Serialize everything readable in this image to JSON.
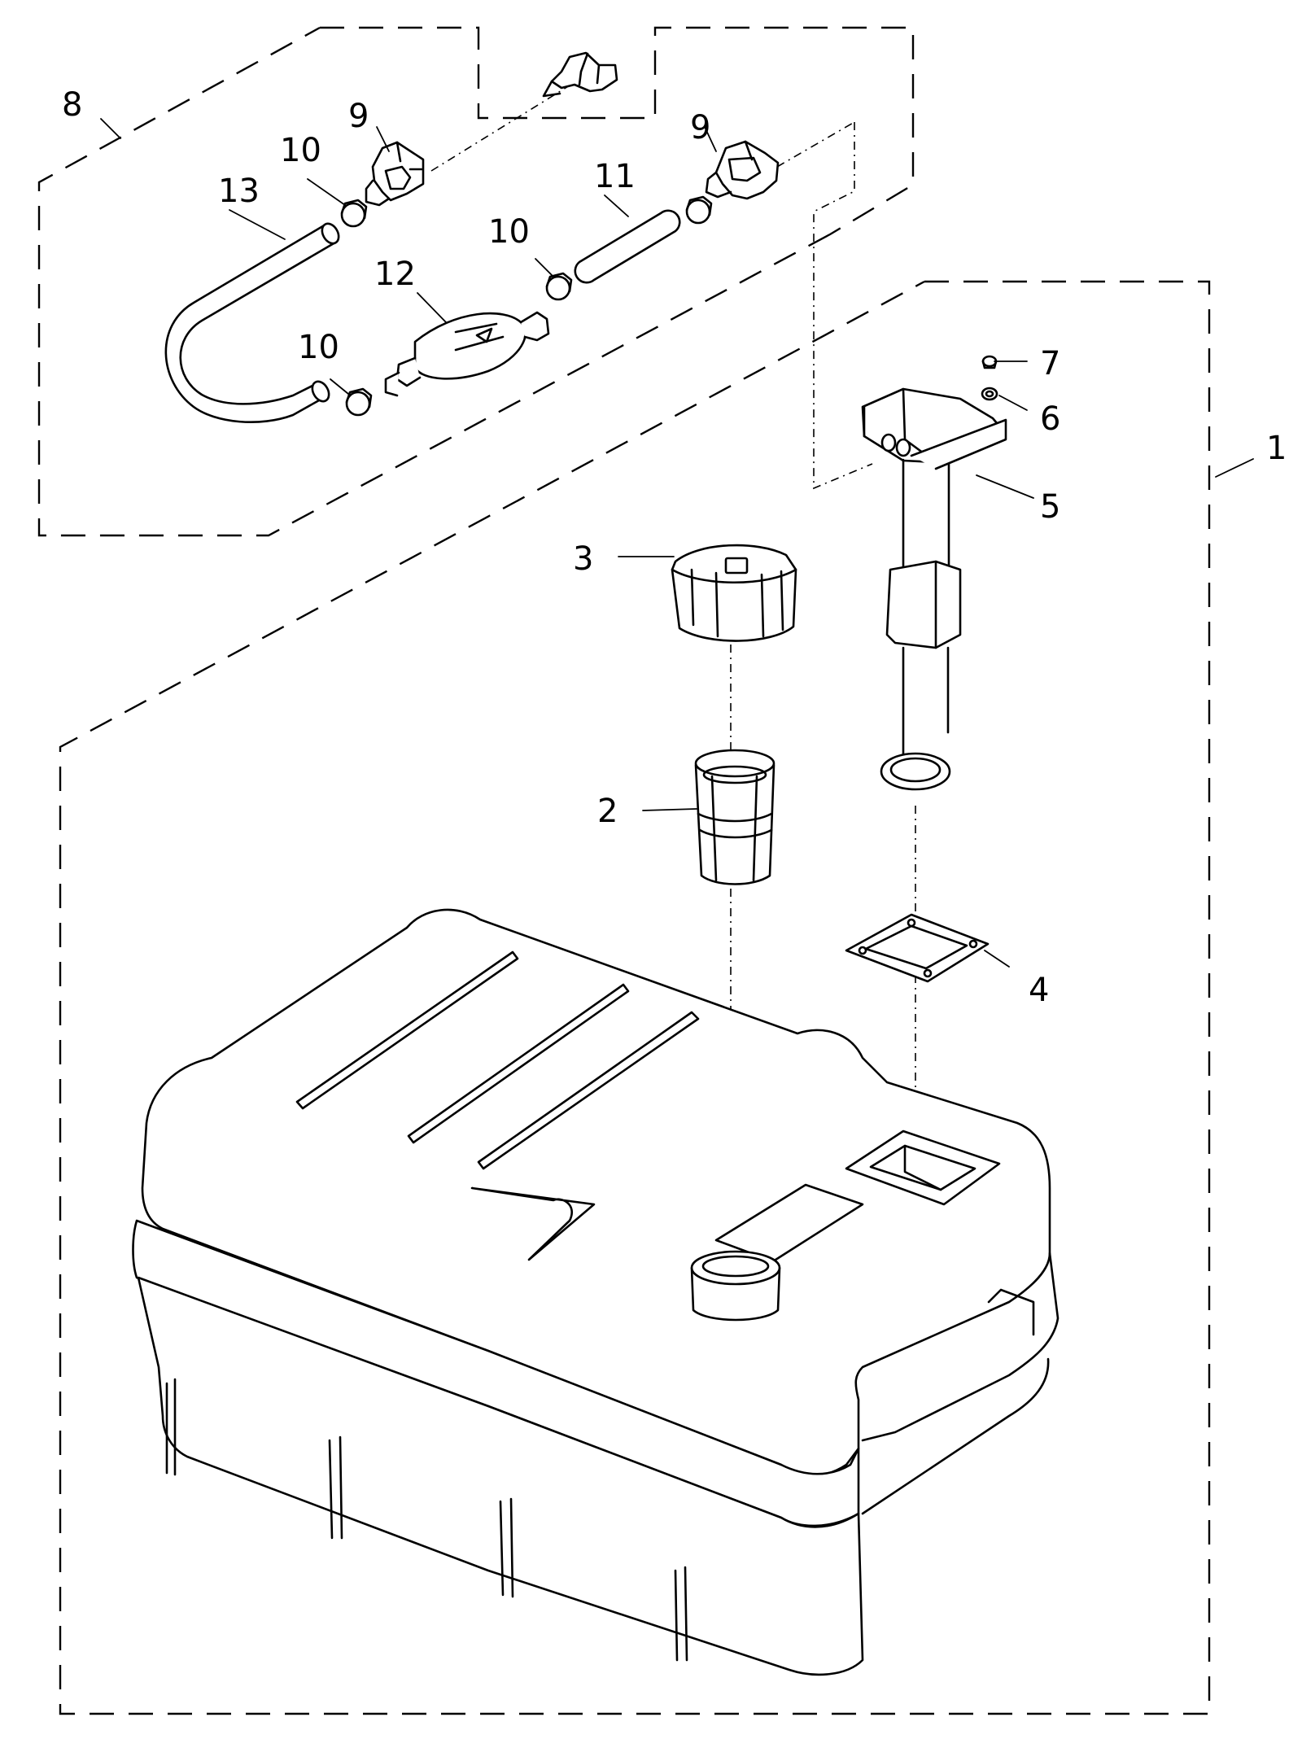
{
  "callouts": [
    {
      "id": "c1",
      "label": "1",
      "part": "fuel-tank-assembly"
    },
    {
      "id": "c2",
      "label": "2",
      "part": "filler-strainer"
    },
    {
      "id": "c3",
      "label": "3",
      "part": "filler-cap"
    },
    {
      "id": "c4",
      "label": "4",
      "part": "gauge-gasket"
    },
    {
      "id": "c5",
      "label": "5",
      "part": "fuel-gauge-pickup"
    },
    {
      "id": "c6",
      "label": "6",
      "part": "washer"
    },
    {
      "id": "c7",
      "label": "7",
      "part": "screw"
    },
    {
      "id": "c8",
      "label": "8",
      "part": "fuel-line-assembly"
    },
    {
      "id": "c9a",
      "label": "9",
      "part": "hose-connector"
    },
    {
      "id": "c9b",
      "label": "9",
      "part": "hose-connector"
    },
    {
      "id": "c10a",
      "label": "10",
      "part": "hose-clip"
    },
    {
      "id": "c10b",
      "label": "10",
      "part": "hose-clip"
    },
    {
      "id": "c10c",
      "label": "10",
      "part": "hose-clip"
    },
    {
      "id": "c11",
      "label": "11",
      "part": "short-hose"
    },
    {
      "id": "c12",
      "label": "12",
      "part": "primer-bulb"
    },
    {
      "id": "c13",
      "label": "13",
      "part": "long-hose"
    }
  ]
}
